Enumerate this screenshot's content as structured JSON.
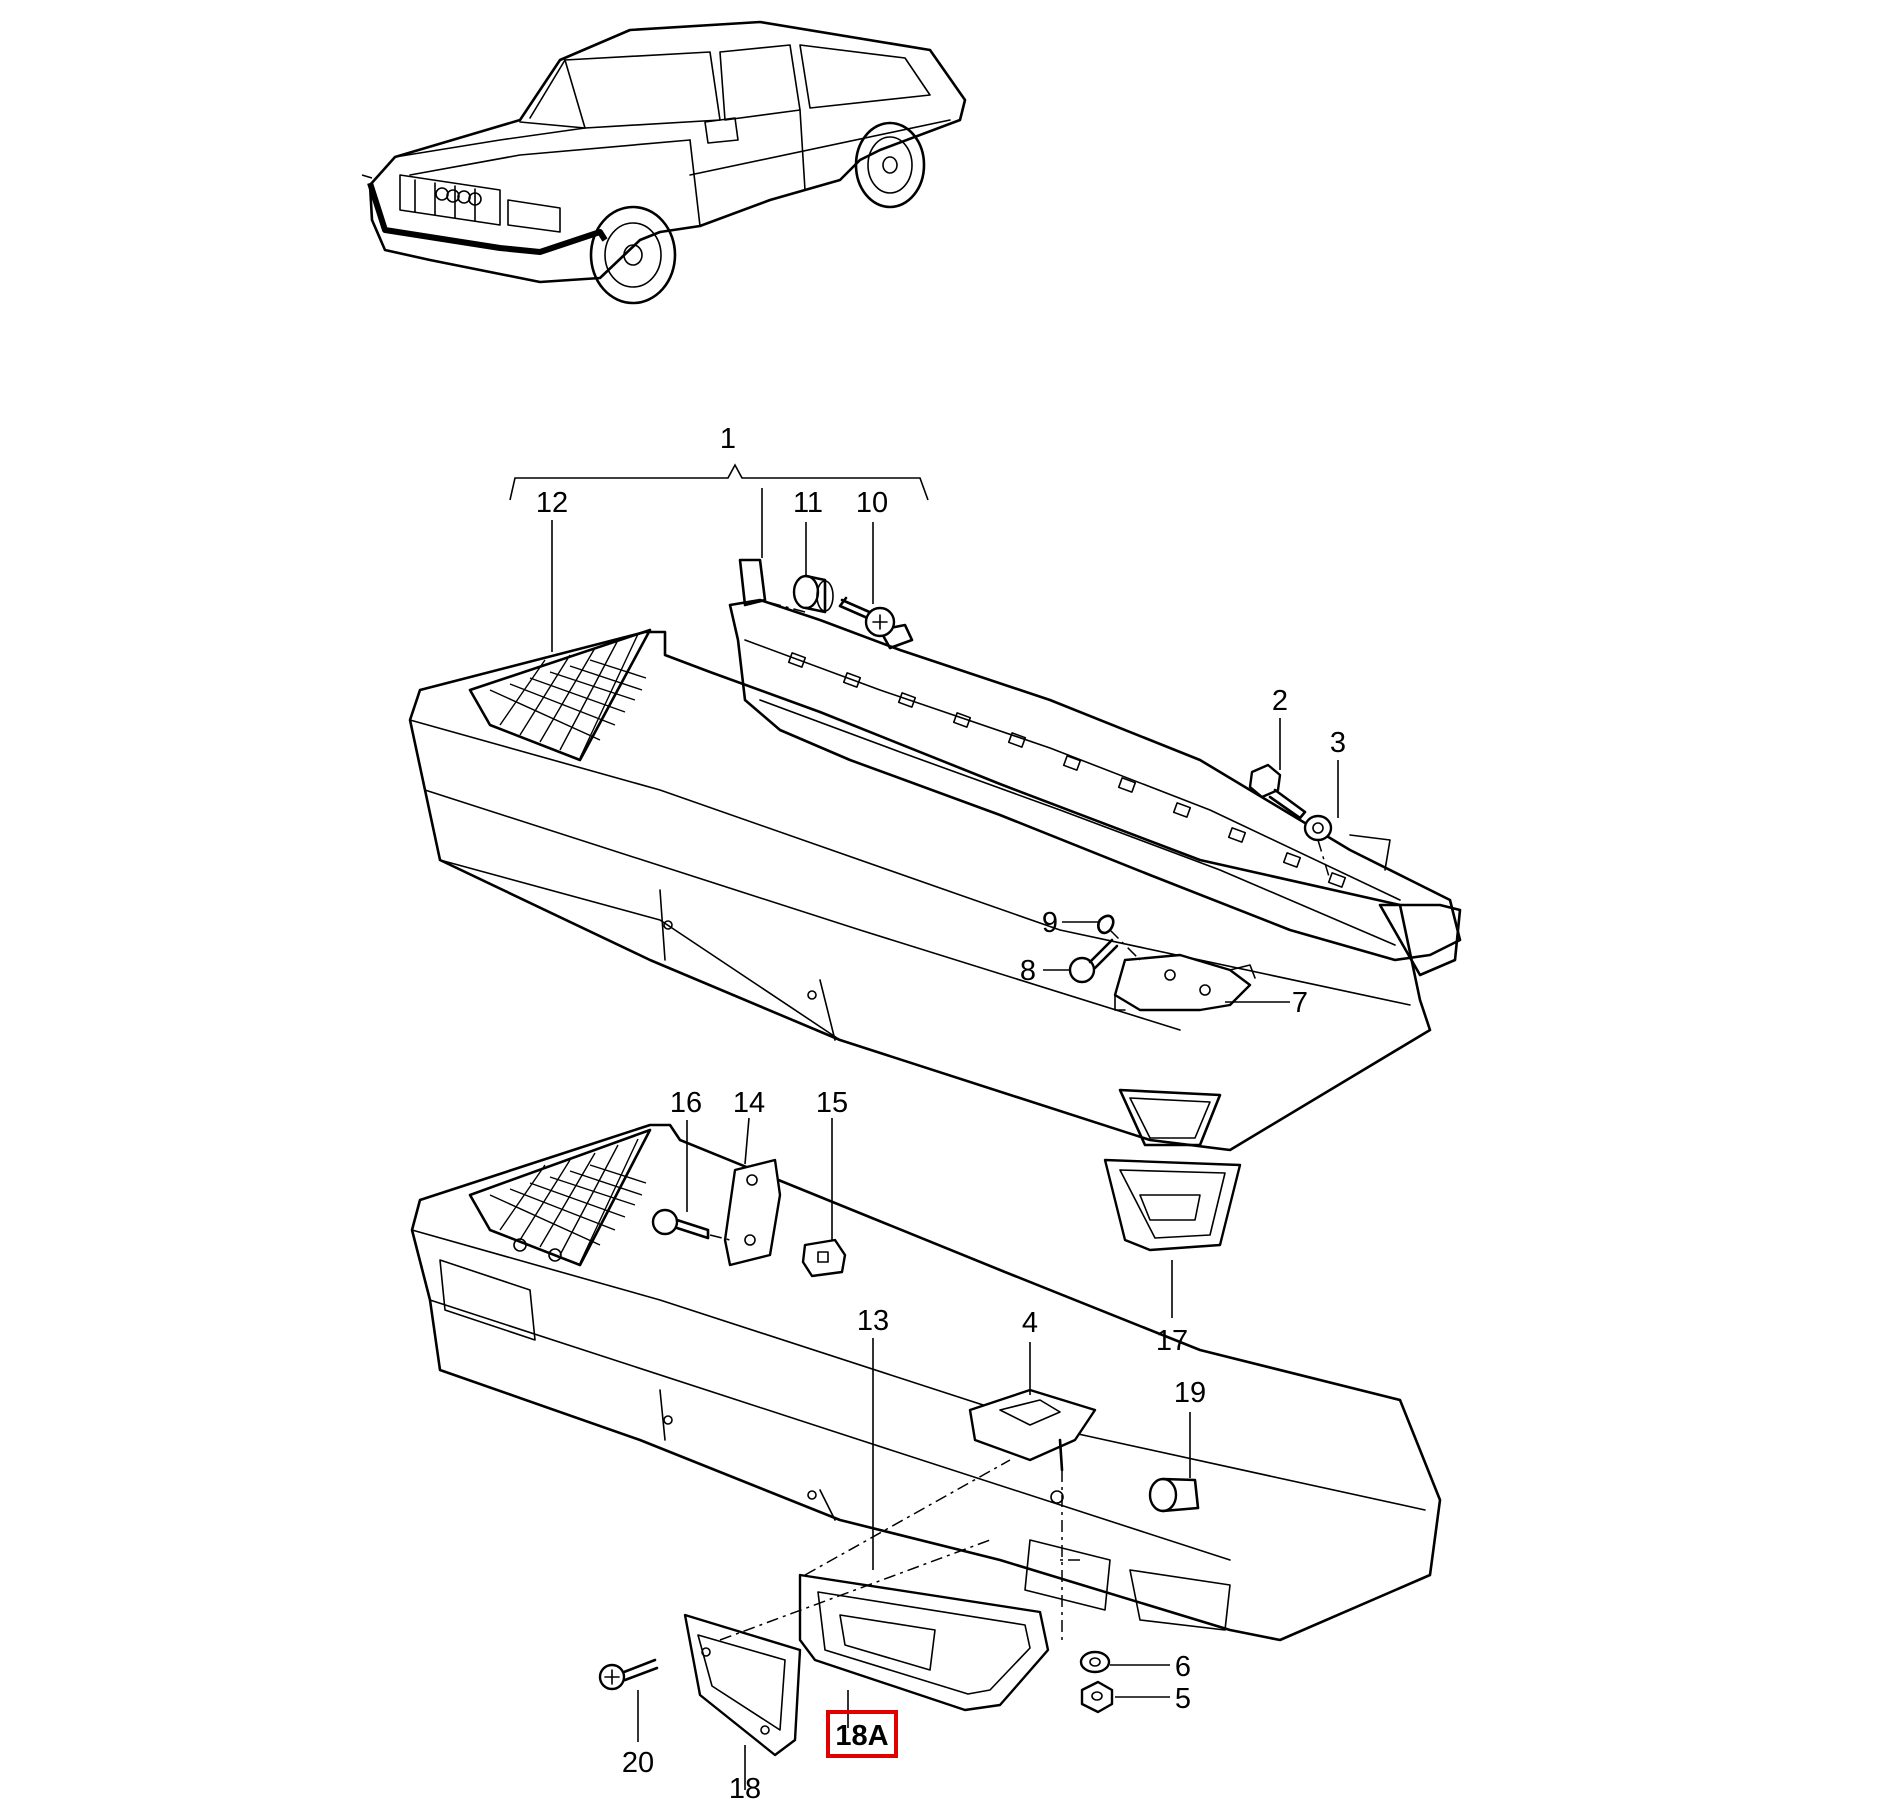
{
  "labels": {
    "l1": "1",
    "l2": "2",
    "l3": "3",
    "l4": "4",
    "l5": "5",
    "l6": "6",
    "l7": "7",
    "l8": "8",
    "l9": "9",
    "l10": "10",
    "l11": "11",
    "l12": "12",
    "l13": "13",
    "l14": "14",
    "l15": "15",
    "l16": "16",
    "l17": "17",
    "l18": "18",
    "l18a": "18A",
    "l19": "19",
    "l20": "20"
  },
  "colors": {
    "ink": "#000000",
    "highlight": "#e00000",
    "paper": "#ffffff"
  }
}
